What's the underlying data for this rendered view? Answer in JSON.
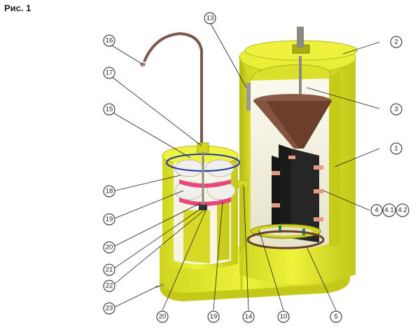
{
  "figure_title": "Рис. 1",
  "callouts": {
    "c1": "1",
    "c2": "2",
    "c3": "3",
    "c4": "4",
    "c4_1": "4.1",
    "c4_2": "4.2",
    "c5": "5",
    "c10": "10",
    "c13": "13",
    "c14": "14",
    "c15": "15",
    "c16": "16",
    "c17": "17",
    "c18": "18",
    "c19a": "19",
    "c19b": "19",
    "c20a": "20",
    "c20b": "20",
    "c21": "21",
    "c22": "22",
    "c23": "23"
  },
  "colors": {
    "body_yellow": "#e6ec2e",
    "body_shadow": "#b7bc18",
    "inner_cream": "#f4f2de",
    "cone_brown": "#6b3f2b",
    "plate_dark": "#1e1e1e",
    "tab_pink": "#e59a80",
    "ring_pink": "#e8457f",
    "pipe_brown": "#7b5a4e",
    "ring_blue": "#2233aa",
    "cylinder_white": "#f1f0ea"
  }
}
